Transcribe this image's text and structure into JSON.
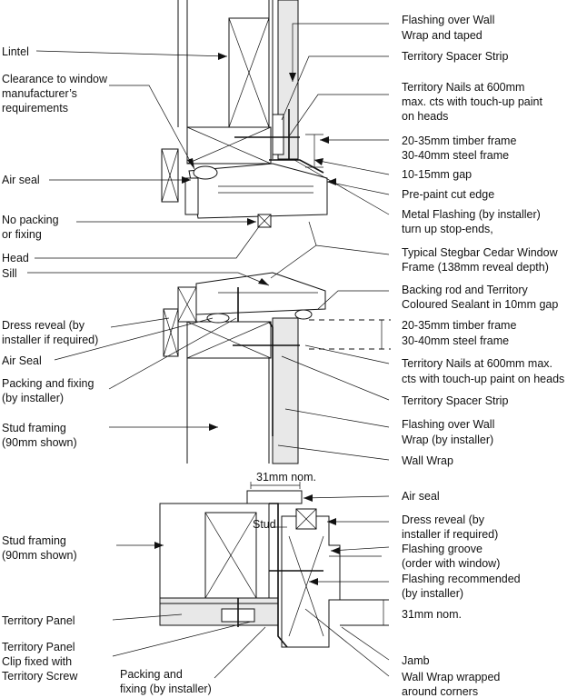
{
  "labels": {
    "flashing_over_wall_wrap_taped_1": "Flashing over Wall",
    "flashing_over_wall_wrap_taped_2": "Wrap and taped",
    "spacer_strip_top": "Territory Spacer Strip",
    "nails_top_1": "Territory Nails at 600mm",
    "nails_top_2": "max. cts with touch-up paint",
    "nails_top_3": "on heads",
    "timber_frame_top": "20-35mm timber frame",
    "steel_frame_top": "30-40mm steel frame",
    "gap_10_15": "10-15mm gap",
    "pre_paint": "Pre-paint cut edge",
    "metal_flashing_1": "Metal Flashing (by installer)",
    "metal_flashing_2": "turn up stop-ends,",
    "typical_frame_1": "Typical Stegbar Cedar Window",
    "typical_frame_2": "Frame (138mm reveal depth)",
    "backing_rod_1": "Backing rod and Territory",
    "backing_rod_2": "Coloured Sealant in 10mm gap",
    "timber_frame_mid": "20-35mm timber frame",
    "steel_frame_mid": "30-40mm steel frame",
    "nails_mid_1": "Territory Nails at 600mm max.",
    "nails_mid_2": "cts with touch-up paint on heads",
    "spacer_strip_mid": "Territory Spacer Strip",
    "flashing_wrap_installer_1": "Flashing over Wall",
    "flashing_wrap_installer_2": "Wrap (by installer)",
    "wall_wrap": "Wall Wrap",
    "air_seal_right": "Air seal",
    "dress_reveal_right_1": "Dress reveal (by",
    "dress_reveal_right_2": "installer if required)",
    "flashing_groove_1": "Flashing groove",
    "flashing_groove_2": "(order with window)",
    "flashing_rec_1": "Flashing recommended",
    "flashing_rec_2": "(by installer)",
    "nom_31_right": "31mm nom.",
    "jamb": "Jamb",
    "wall_wrap_corners_1": "Wall Wrap wrapped",
    "wall_wrap_corners_2": "around corners",
    "lintel": "Lintel",
    "clearance_1": "Clearance to window",
    "clearance_2": "manufacturer’s",
    "clearance_3": "requirements",
    "air_seal_left": "Air seal",
    "no_packing_1": "No packing",
    "no_packing_2": "or fixing",
    "head": "Head",
    "sill": "Sill",
    "dress_reveal_left_1": "Dress reveal (by",
    "dress_reveal_left_2": "installer if required)",
    "air_seal_left_mid": "Air Seal",
    "packing_fixing_left_1": "Packing and fixing",
    "packing_fixing_left_2": "(by installer)",
    "stud_framing_mid_1": "Stud framing",
    "stud_framing_mid_2": "(90mm shown)",
    "stud_framing_low_1": "Stud framing",
    "stud_framing_low_2": "(90mm shown)",
    "nom_31_top": "31mm nom.",
    "stud": "Stud",
    "territory_panel": "Territory Panel",
    "panel_clip_1": "Territory Panel",
    "panel_clip_2": "Clip fixed with",
    "panel_clip_3": "Territory Screw",
    "packing_bottom_1": "Packing and",
    "packing_bottom_2": "fixing (by installer)"
  }
}
